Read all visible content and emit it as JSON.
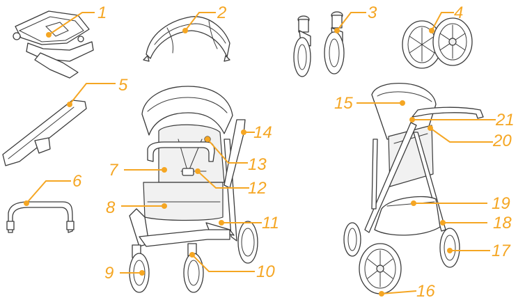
{
  "accent_color": "#f5a623",
  "line_color": "#3a3a3a",
  "callouts": {
    "c1": "1",
    "c2": "2",
    "c3": "3",
    "c4": "4",
    "c5": "5",
    "c6": "6",
    "c7": "7",
    "c8": "8",
    "c9": "9",
    "c10": "10",
    "c11": "11",
    "c12": "12",
    "c13": "13",
    "c14": "14",
    "c15": "15",
    "c16": "16",
    "c17": "17",
    "c18": "18",
    "c19": "19",
    "c20": "20",
    "c21": "21"
  }
}
